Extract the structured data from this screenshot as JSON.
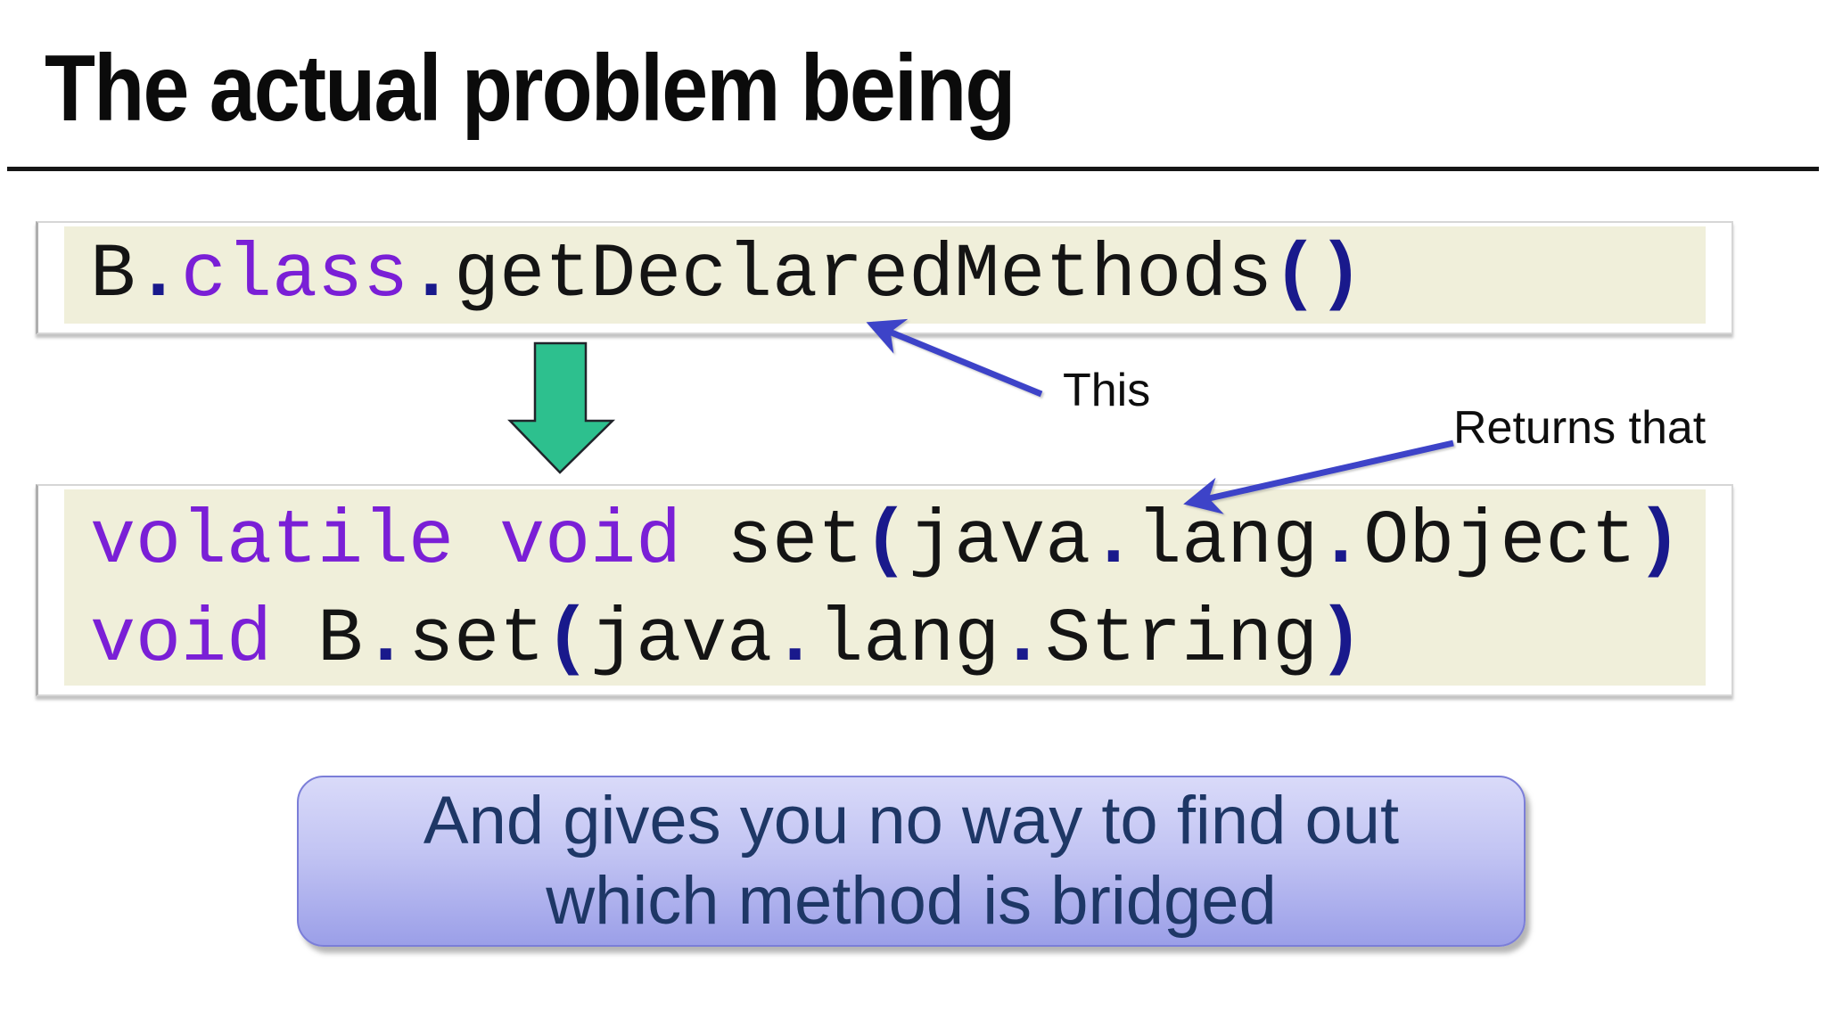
{
  "title": "The actual problem being",
  "code1": {
    "segments": [
      {
        "text": "B",
        "style": "plain"
      },
      {
        "text": ".",
        "style": "punct"
      },
      {
        "text": "class",
        "style": "keyword"
      },
      {
        "text": ".",
        "style": "punct"
      },
      {
        "text": "getDeclaredMethods",
        "style": "plain"
      },
      {
        "text": "()",
        "style": "punct"
      }
    ]
  },
  "code2": {
    "lines": [
      [
        {
          "text": "volatile void ",
          "style": "keyword"
        },
        {
          "text": "set",
          "style": "plain"
        },
        {
          "text": "(",
          "style": "punct"
        },
        {
          "text": "java",
          "style": "plain"
        },
        {
          "text": ".",
          "style": "punct"
        },
        {
          "text": "lang",
          "style": "plain"
        },
        {
          "text": ".",
          "style": "punct"
        },
        {
          "text": "Object",
          "style": "plain"
        },
        {
          "text": ")",
          "style": "punct"
        }
      ],
      [
        {
          "text": "void ",
          "style": "keyword"
        },
        {
          "text": "B",
          "style": "plain"
        },
        {
          "text": ".",
          "style": "punct"
        },
        {
          "text": "set",
          "style": "plain"
        },
        {
          "text": "(",
          "style": "punct"
        },
        {
          "text": "java",
          "style": "plain"
        },
        {
          "text": ".",
          "style": "punct"
        },
        {
          "text": "lang",
          "style": "plain"
        },
        {
          "text": ".",
          "style": "punct"
        },
        {
          "text": "String",
          "style": "plain"
        },
        {
          "text": ")",
          "style": "punct"
        }
      ]
    ]
  },
  "labels": {
    "this": "This",
    "returns_that": "Returns that"
  },
  "callout": {
    "line1": "And gives you no way to find out",
    "line2": "which method is bridged"
  },
  "colors": {
    "keyword": "#7a1fd6",
    "punctuation": "#19198c",
    "code_text": "#141414",
    "code_bg": "#f0efda",
    "arrow_blue": "#3d43c8",
    "arrow_green": "#2dc08e",
    "callout_text": "#1e3766",
    "callout_border": "#7b7ed8"
  }
}
